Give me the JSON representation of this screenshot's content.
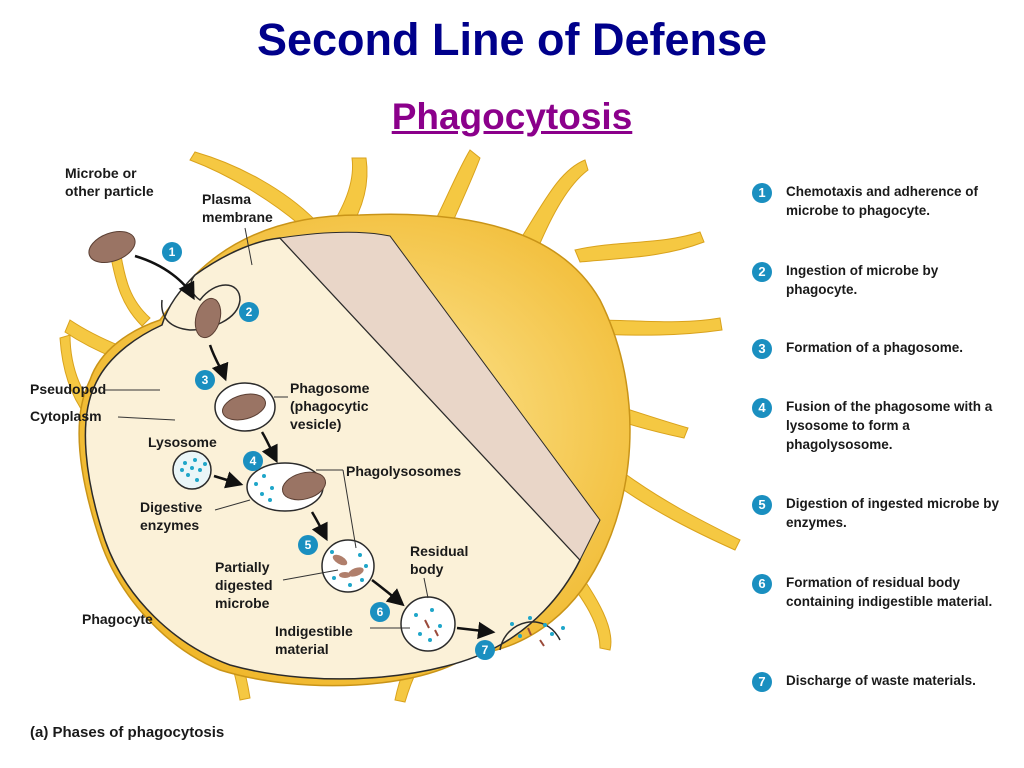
{
  "title": "Second Line of Defense",
  "subtitle": "Phagocytosis",
  "labels": {
    "microbe": [
      "Microbe or",
      "other particle"
    ],
    "plasma": [
      "Plasma",
      "membrane"
    ],
    "pseudopod": "Pseudopod",
    "cytoplasm": "Cytoplasm",
    "phagosome": [
      "Phagosome",
      "(phagocytic",
      "vesicle)"
    ],
    "lysosome": "Lysosome",
    "phagolysosomes": "Phagolysosomes",
    "digestive": [
      "Digestive",
      "enzymes"
    ],
    "residual": [
      "Residual",
      "body"
    ],
    "partially": [
      "Partially",
      "digested",
      "microbe"
    ],
    "phagocyte": "Phagocyte",
    "indigestible": [
      "Indigestible",
      "material"
    ]
  },
  "badges": [
    "1",
    "2",
    "3",
    "4",
    "5",
    "6",
    "7"
  ],
  "steps": [
    {
      "num": "1",
      "text": "Chemotaxis and adherence of microbe to phagocyte."
    },
    {
      "num": "2",
      "text": "Ingestion of microbe by phagocyte."
    },
    {
      "num": "3",
      "text": "Formation of a phagosome."
    },
    {
      "num": "4",
      "text": "Fusion of the phagosome with a lysosome to form a phagolysosome."
    },
    {
      "num": "5",
      "text": "Digestion of ingested microbe by enzymes."
    },
    {
      "num": "6",
      "text": "Formation of residual body containing indigestible material."
    },
    {
      "num": "7",
      "text": "Discharge of waste materials."
    }
  ],
  "caption_letter": "(a)",
  "caption": "Phases of phagocytosis",
  "colors": {
    "title": "#00008b",
    "subtitle": "#8b008b",
    "cell_body": "#f5c842",
    "cytoplasm": "#fbf1d8",
    "badge": "#1a8fc0",
    "enzyme_dots": "#1fa6c9",
    "microbe": "#9a7464"
  }
}
